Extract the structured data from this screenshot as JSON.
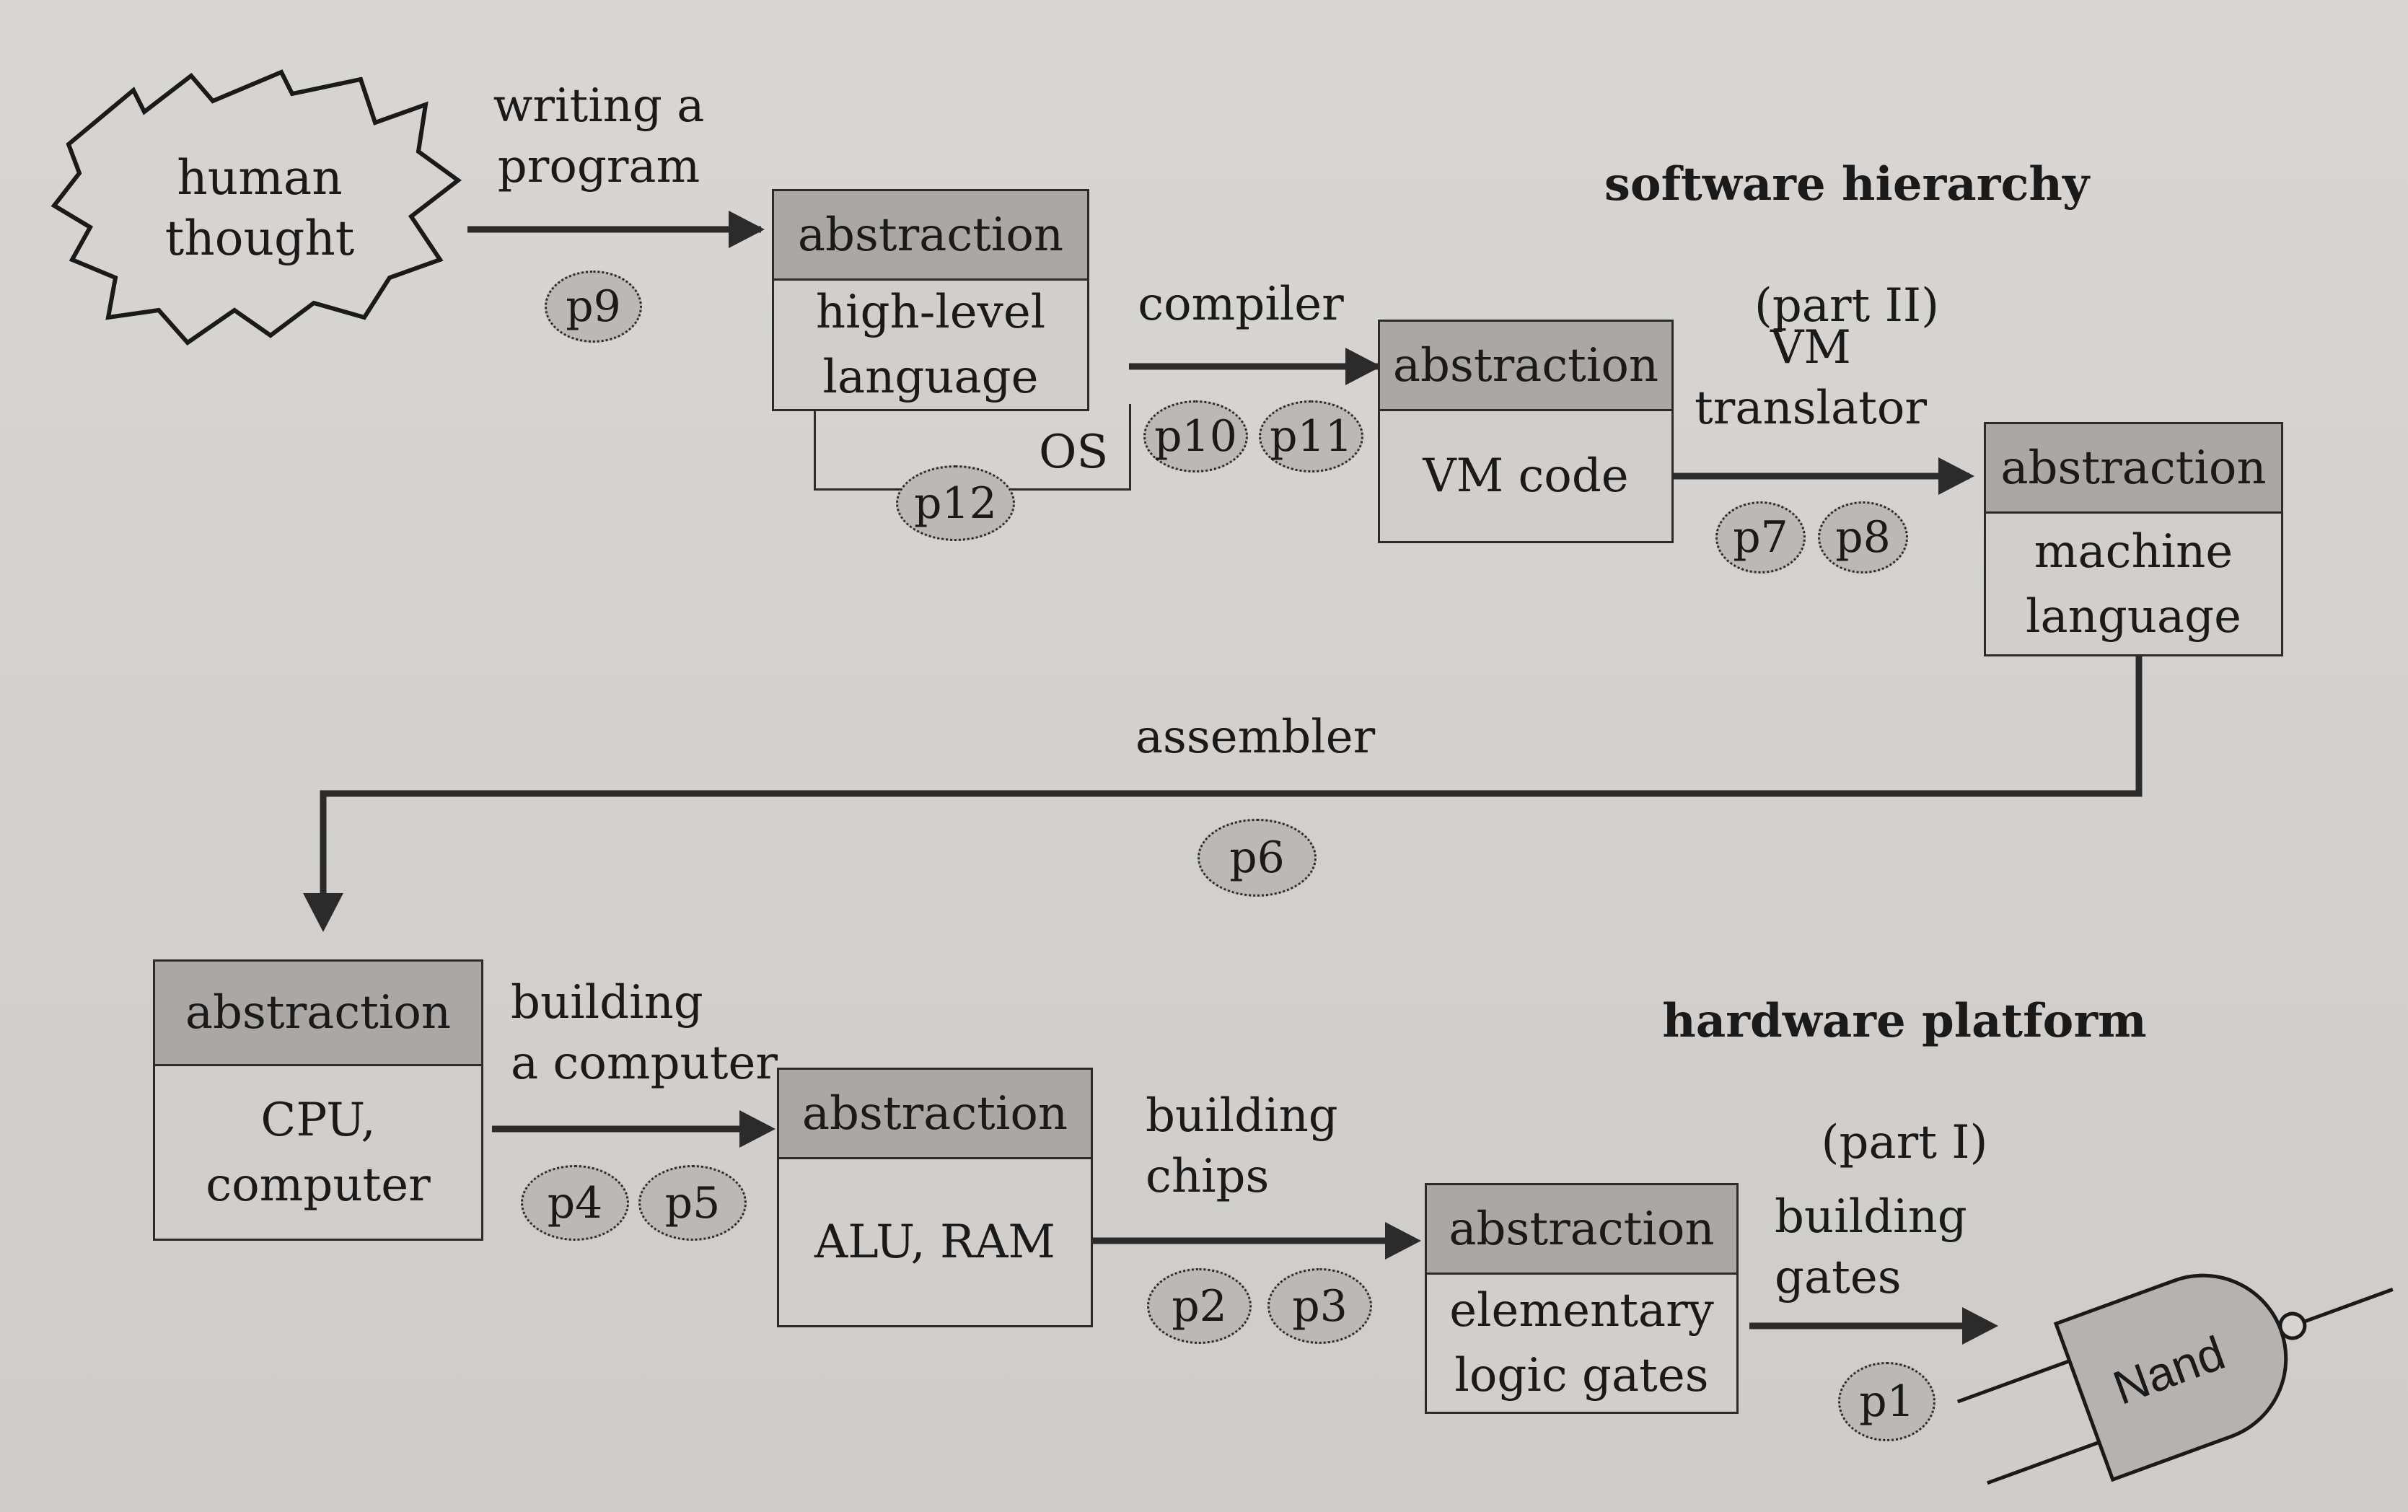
{
  "software": {
    "heading": "software hierarchy",
    "part": "(part II)"
  },
  "hardware": {
    "heading": "hardware platform",
    "part": "(part I)"
  },
  "start": {
    "text": "human\nthought"
  },
  "boxes": {
    "high_level": {
      "header": "abstraction",
      "body": "high-level\nlanguage",
      "os_label": "OS"
    },
    "vm": {
      "header": "abstraction",
      "body": "VM code"
    },
    "machine": {
      "header": "abstraction",
      "body": "machine\nlanguage"
    },
    "cpu": {
      "header": "abstraction",
      "body": "CPU,\ncomputer"
    },
    "alu": {
      "header": "abstraction",
      "body": "ALU, RAM"
    },
    "gates": {
      "header": "abstraction",
      "body": "elementary\nlogic gates"
    }
  },
  "edges": {
    "writing": "writing a\nprogram",
    "compiler": "compiler",
    "vm_translator": "VM\ntranslator",
    "assembler": "assembler",
    "building_computer": "building\na computer",
    "building_chips": "building\nchips",
    "building_gates": "building\ngates"
  },
  "badges": {
    "p9": "p9",
    "p10": "p10",
    "p11": "p11",
    "p12": "p12",
    "p7": "p7",
    "p8": "p8",
    "p6": "p6",
    "p4": "p4",
    "p5": "p5",
    "p2": "p2",
    "p3": "p3",
    "p1": "p1"
  },
  "nand": {
    "label": "Nand"
  }
}
